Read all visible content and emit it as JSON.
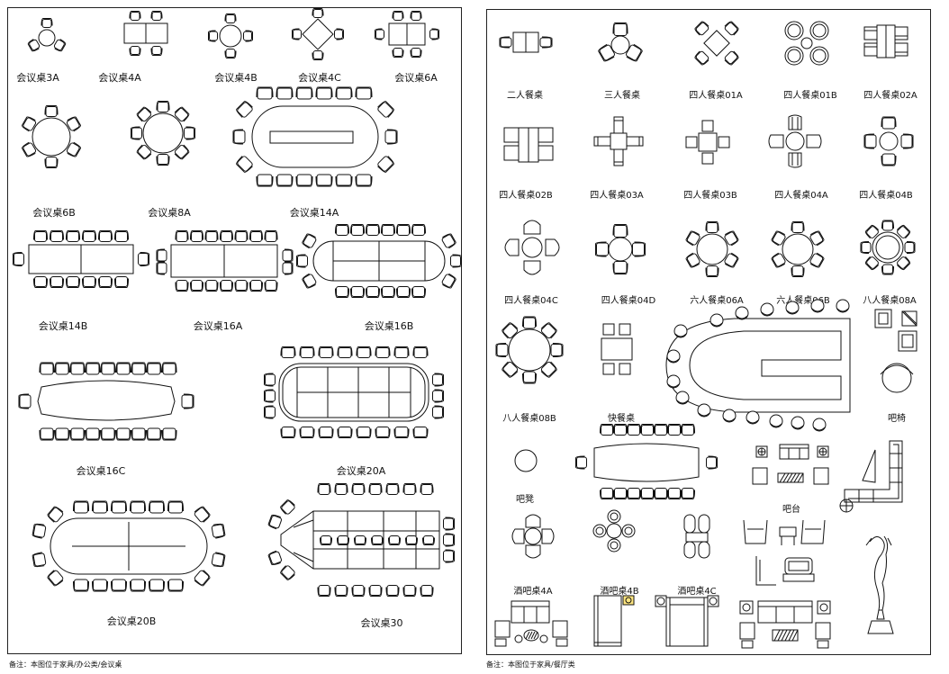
{
  "left_panel": {
    "note": "备注：本图位于家具/办公类/会议桌",
    "tables": [
      {
        "label": "会议桌3A"
      },
      {
        "label": "会议桌4A"
      },
      {
        "label": "会议桌4B"
      },
      {
        "label": "会议桌4C"
      },
      {
        "label": "会议桌6A"
      },
      {
        "label": "会议桌6B"
      },
      {
        "label": "会议桌8A"
      },
      {
        "label": "会议桌14A"
      },
      {
        "label": "会议桌14B"
      },
      {
        "label": "会议桌16A"
      },
      {
        "label": "会议桌16B"
      },
      {
        "label": "会议桌16C"
      },
      {
        "label": "会议桌20A"
      },
      {
        "label": "会议桌20B"
      },
      {
        "label": "会议桌30"
      }
    ]
  },
  "right_panel": {
    "note": "备注：本图位于家具/餐厅类",
    "items": [
      {
        "label": "二人餐桌"
      },
      {
        "label": "三人餐桌"
      },
      {
        "label": "四人餐桌01A"
      },
      {
        "label": "四人餐桌01B"
      },
      {
        "label": "四人餐桌02A"
      },
      {
        "label": "四人餐桌02B"
      },
      {
        "label": "四人餐桌03A"
      },
      {
        "label": "四人餐桌03B"
      },
      {
        "label": "四人餐桌04A"
      },
      {
        "label": "四人餐桌04B"
      },
      {
        "label": "四人餐桌04C"
      },
      {
        "label": "四人餐桌04D"
      },
      {
        "label": "六人餐桌06A"
      },
      {
        "label": "六人餐桌06B"
      },
      {
        "label": "八人餐桌08A"
      },
      {
        "label": "八人餐桌08B"
      },
      {
        "label": "快餐桌"
      },
      {
        "label": "吧椅"
      },
      {
        "label": "吧凳"
      },
      {
        "label": "吧台"
      },
      {
        "label": "酒吧桌4A"
      },
      {
        "label": "酒吧桌4B"
      },
      {
        "label": "酒吧桌4C"
      }
    ]
  }
}
